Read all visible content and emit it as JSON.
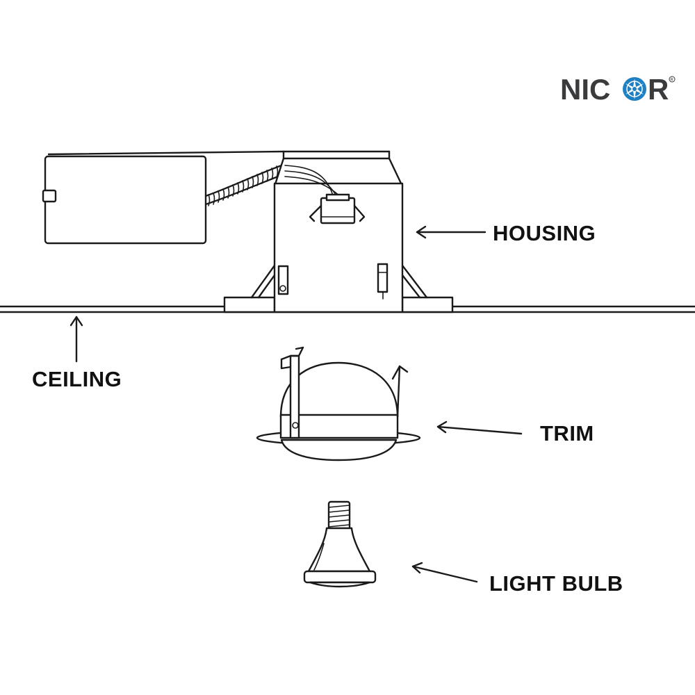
{
  "brand": {
    "logo_name": "NICOR",
    "logo_prefix": "NIC",
    "logo_suffix": "R",
    "accent_color": "#1e7fc2",
    "text_color": "#3a3b3d"
  },
  "labels": {
    "housing": "HOUSING",
    "ceiling": "CEILING",
    "trim": "TRIM",
    "light_bulb": "LIGHT BULB"
  },
  "icons": {
    "housing": "recessed-housing-icon",
    "junction_box": "junction-box-icon",
    "trim": "trim-icon",
    "bulb": "par-bulb-icon"
  }
}
